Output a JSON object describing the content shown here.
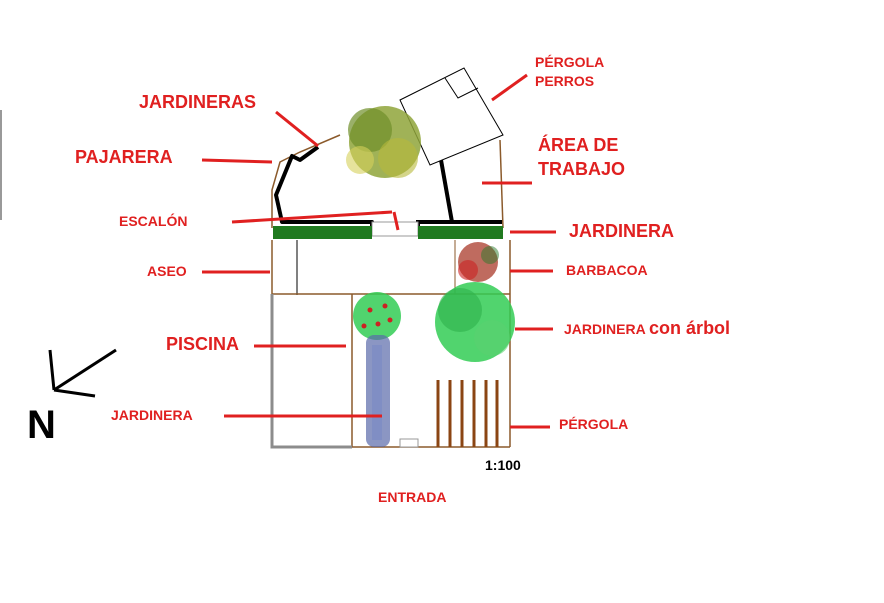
{
  "labels": {
    "jardineras": "JARDINERAS",
    "pajarera": "PAJARERA",
    "pergola_perros_line1": "PÉRGOLA",
    "pergola_perros_line2": "PERROS",
    "area_trabajo_line1": "ÁREA DE",
    "area_trabajo_line2": "TRABAJO",
    "escalon": "ESCALÓN",
    "jardinera_top": "JARDINERA",
    "aseo": "ASEO",
    "barbacoa": "BARBACOA",
    "piscina": "PISCINA",
    "jardinera_arbol_a": "JARDINERA ",
    "jardinera_arbol_b": "con árbol",
    "jardinera_left": "JARDINERA",
    "pergola": "PÉRGOLA",
    "entrada": "ENTRADA",
    "scale": "1:100",
    "north": "N"
  },
  "colors": {
    "label": "#e02020",
    "wall": "#8b5a2b",
    "bold_wall": "#000000",
    "planter": "#1f7a1f",
    "pool_edge": "#8c8c8c",
    "tree_light": "#33cc55",
    "tree_olive": "#99aa33",
    "bbq_red": "#cc2222",
    "pergola_wood": "#8b4513",
    "lavender": "#5a6aaa"
  }
}
